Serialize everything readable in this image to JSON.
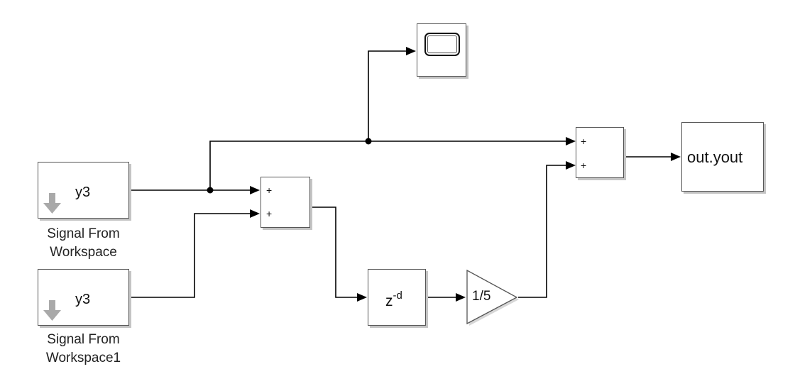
{
  "blocks": {
    "source1": {
      "label": "y3",
      "caption_line1": "Signal From",
      "caption_line2": "Workspace"
    },
    "source2": {
      "label": "y3",
      "caption_line1": "Signal From",
      "caption_line2": "Workspace1"
    },
    "sum1": {
      "sign1": "+",
      "sign2": "+"
    },
    "sum2": {
      "sign1": "+",
      "sign2": "+"
    },
    "delay": {
      "base": "z",
      "exponent": "-d"
    },
    "gain": {
      "value": "1/5"
    },
    "outport": {
      "label": "out.yout"
    },
    "scope": {}
  },
  "icons": {
    "source_arrow": "down-arrow-icon",
    "scope_screen": "scope-screen-icon"
  }
}
